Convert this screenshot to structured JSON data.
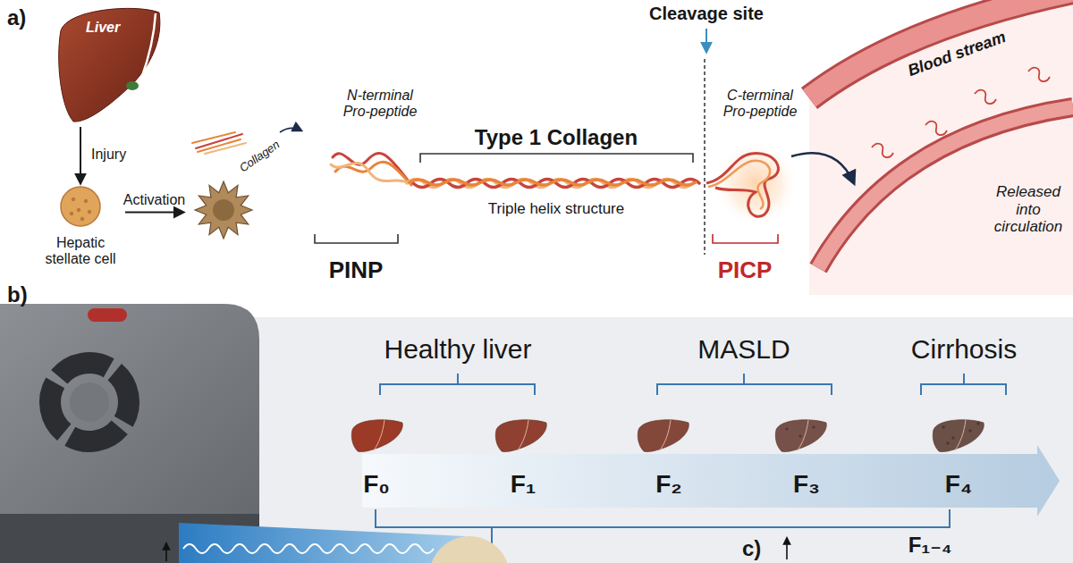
{
  "diagram": {
    "nodes": [
      {
        "text": [
          "Liver"
        ]
      },
      {
        "text": [
          "Hepatic stellate cell"
        ]
      },
      {
        "text": [
          "Collagen"
        ]
      }
    ],
    "edges": [
      {
        "from": 0,
        "to": 1,
        "arrow": "to",
        "label": "Injury"
      },
      {
        "from": 1,
        "to": 2,
        "arrow": "to",
        "label": "Activation"
      }
    ],
    "labels": [
      "a)",
      "N-terminal Pro-peptide",
      "Type 1 Collagen",
      "Triple helix structure",
      "PINP",
      "Cleavage site",
      "C-terminal Pro-peptide",
      "PICP",
      "Blood stream",
      "Released into circulation",
      "b)",
      "Healthy liver",
      "MASLD",
      "Cirrhosis",
      "F₀",
      "F₁",
      "F₂",
      "F₃",
      "F₄",
      "F₁₋₄",
      "c)"
    ]
  }
}
